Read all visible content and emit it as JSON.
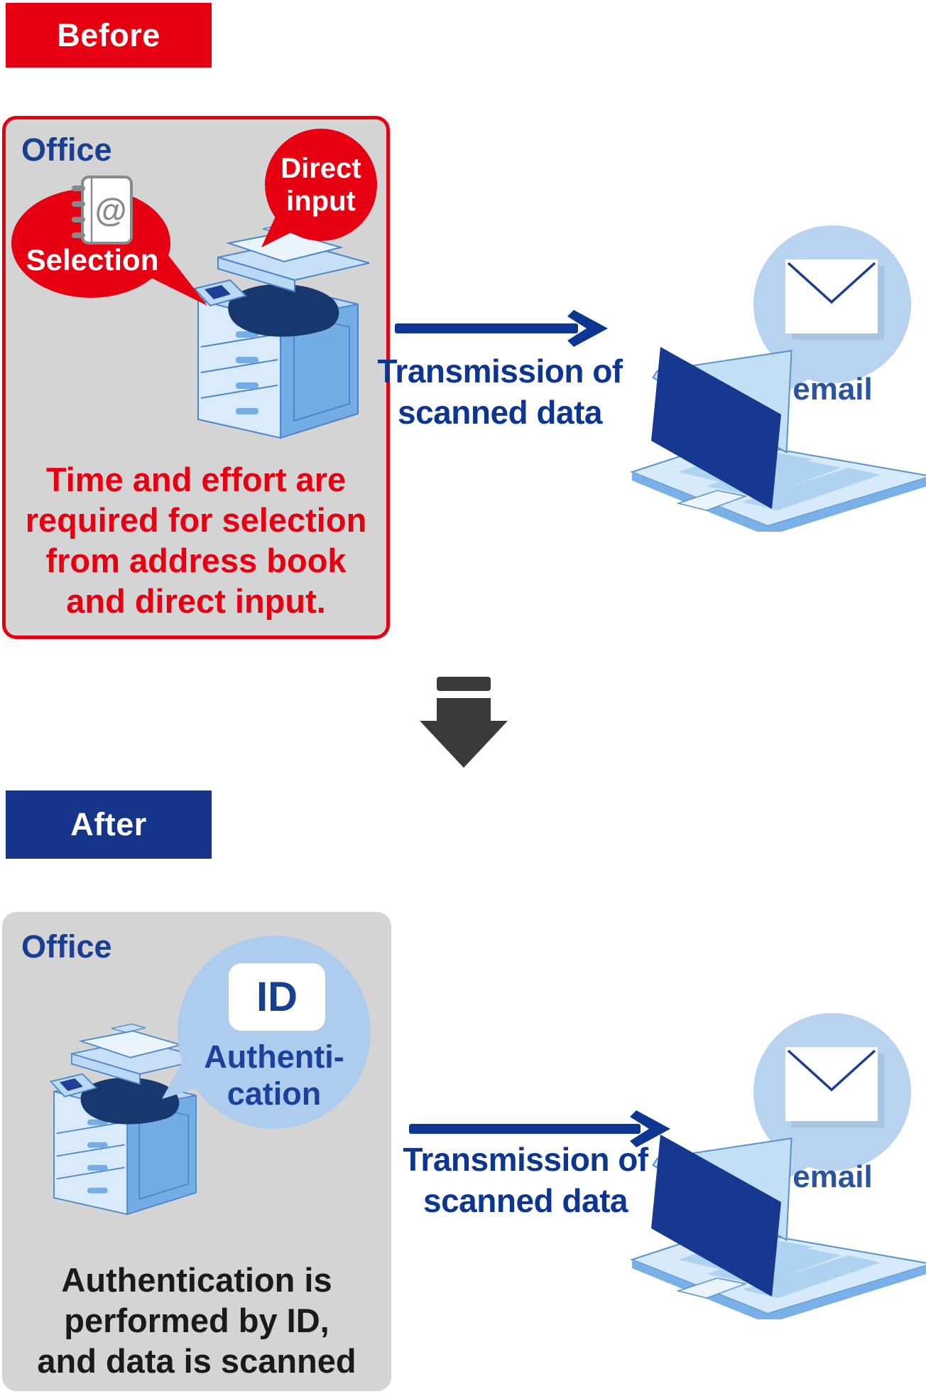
{
  "colors": {
    "accent_red": "#E60012",
    "navy_blue": "#0D3692",
    "after_badge_blue": "#16358A",
    "panel_gray": "#D4D4D4",
    "id_bubble_blue": "#AECDEE",
    "email_bubble_blue": "#B7D3EF",
    "laptop_screen_navy": "#16398F",
    "down_arrow_gray": "#3A3A3A",
    "black_text": "#1A1A1A"
  },
  "before": {
    "badge_label": "Before",
    "office_label": "Office",
    "selection_label": "Selection",
    "address_book_at": "@",
    "direct_input_lines": [
      "Direct",
      "input"
    ],
    "warning_lines": [
      "Time and effort are",
      "required for selection",
      "from address book",
      "and direct input."
    ],
    "transmission_lines": [
      "Transmission of",
      "scanned data"
    ],
    "email_label": "email"
  },
  "after": {
    "badge_label": "After",
    "office_label": "Office",
    "id_label": "ID",
    "id_bubble_lines": [
      "Authenti-",
      "cation"
    ],
    "note_lines": [
      "Authentication is",
      "performed by ID,",
      "and data is scanned"
    ],
    "transmission_lines": [
      "Transmission of",
      "scanned data"
    ],
    "email_label": "email"
  }
}
